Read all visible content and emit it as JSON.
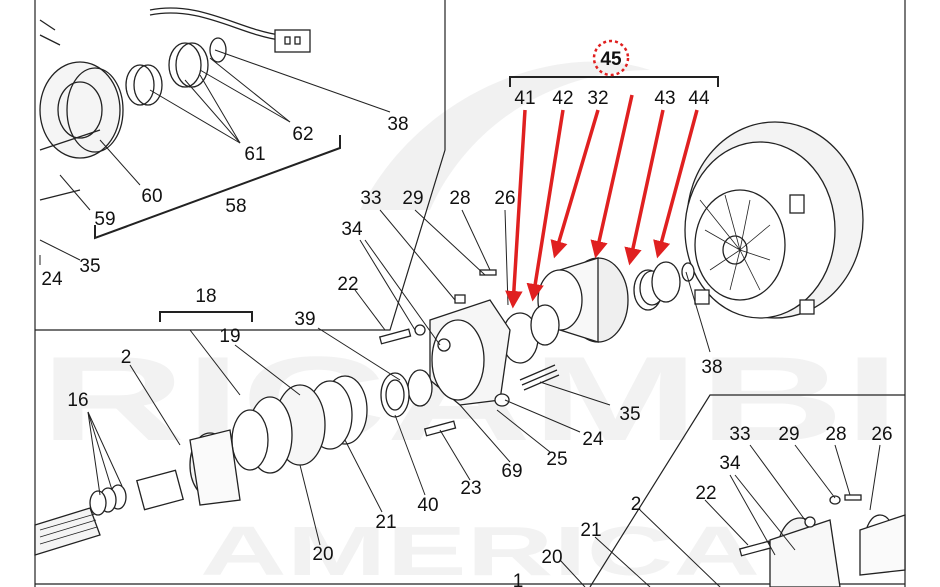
{
  "watermark": {
    "line1": "RICAMBI",
    "line2": "AMERICA"
  },
  "highlight": {
    "group_number": "45",
    "color": "#e02020"
  },
  "callouts": {
    "c45": "45",
    "c41": "41",
    "c42": "42",
    "c32": "32",
    "c43": "43",
    "c44": "44",
    "c38a": "38",
    "c62": "62",
    "c61": "61",
    "c60": "60",
    "c58": "58",
    "c59": "59",
    "c24a": "24",
    "c35a": "35",
    "c33a": "33",
    "c29a": "29",
    "c28a": "28",
    "c26a": "26",
    "c34a": "34",
    "c22a": "22",
    "c18": "18",
    "c19": "19",
    "c39": "39",
    "c2a": "2",
    "c16": "16",
    "c38b": "38",
    "c35b": "35",
    "c24b": "24",
    "c25": "25",
    "c69": "69",
    "c23": "23",
    "c40": "40",
    "c21a": "21",
    "c20a": "20",
    "c33b": "33",
    "c29b": "29",
    "c28b": "28",
    "c26b": "26",
    "c34b": "34",
    "c22b": "22",
    "c2b": "2",
    "c21b": "21",
    "c20b": "20",
    "c1": "1"
  }
}
